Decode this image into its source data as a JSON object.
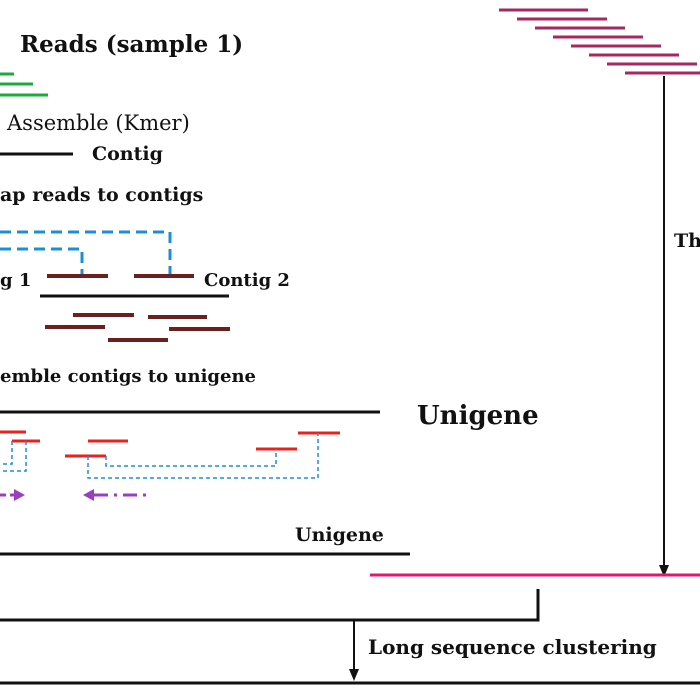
{
  "labels": {
    "reads_title": "Reads (sample 1)",
    "assemble_kmer": "Assemble (Kmer)",
    "contig": "Contig",
    "map_reads": "ap reads to contigs",
    "contig1": "g 1",
    "contig2": "Contig 2",
    "assemble_unigene": "emble contigs to unigene",
    "unigene_large": "Unigene",
    "unigene_small": "Unigene",
    "th_cut": "Th",
    "long_clustering": "Long sequence clustering"
  },
  "colors": {
    "green": "#1aab3c",
    "black": "#111111",
    "blue": "#1b8fd6",
    "maroon": "#6b1f1f",
    "red": "#e8231f",
    "purple": "#9b3fc0",
    "pink": "#a5285f",
    "magenta": "#e0196f"
  }
}
